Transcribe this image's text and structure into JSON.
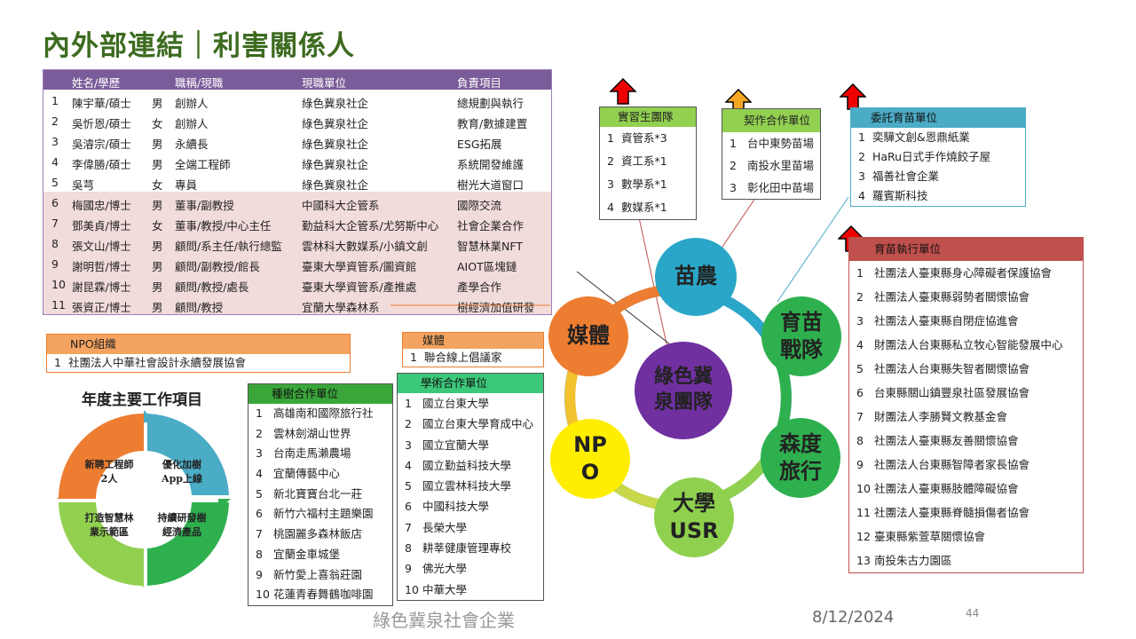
{
  "title": "內外部連結｜利害關係人",
  "team": {
    "headers": [
      "姓名/學歷",
      "職稱/現職",
      "現職單位",
      "負責項目"
    ],
    "rows": [
      {
        "n": "1",
        "name": "陳宇華/碩士",
        "sex": "男",
        "role": "創辦人",
        "unit": "綠色冀泉社企",
        "duty": "總規劃與執行",
        "band": "a"
      },
      {
        "n": "2",
        "name": "吳忻恩/碩士",
        "sex": "女",
        "role": "創辦人",
        "unit": "綠色冀泉社企",
        "duty": "教育/數據建置",
        "band": "a"
      },
      {
        "n": "3",
        "name": "吳濬宗/碩士",
        "sex": "男",
        "role": "永續長",
        "unit": "綠色冀泉社企",
        "duty": "ESG拓展",
        "band": "a"
      },
      {
        "n": "4",
        "name": "李偉勝/碩士",
        "sex": "男",
        "role": "全端工程師",
        "unit": "綠色冀泉社企",
        "duty": "系統開發維護",
        "band": "a"
      },
      {
        "n": "5",
        "name": "吳芎",
        "sex": "女",
        "role": "專員",
        "unit": "綠色冀泉社企",
        "duty": "樹光大道窗口",
        "band": "a"
      },
      {
        "n": "6",
        "name": "梅國忠/博士",
        "sex": "男",
        "role": "董事/副教授",
        "unit": "中國科大企管系",
        "duty": "國際交流",
        "band": "b"
      },
      {
        "n": "7",
        "name": "鄧美貞/博士",
        "sex": "女",
        "role": "董事/教授/中心主任",
        "unit": "勤益科大企管系/尤努斯中心",
        "duty": "社會企業合作",
        "band": "b"
      },
      {
        "n": "8",
        "name": "張文山/博士",
        "sex": "男",
        "role": "顧問/系主任/執行總監",
        "unit": "雲林科大數媒系/小鎮文創",
        "duty": "智慧林業NFT",
        "band": "b"
      },
      {
        "n": "9",
        "name": "謝明哲/博士",
        "sex": "男",
        "role": "顧問/副教授/館長",
        "unit": "臺東大學資管系/圖資館",
        "duty": "AIOT區塊鏈",
        "band": "b"
      },
      {
        "n": "10",
        "name": "謝昆霖/博士",
        "sex": "男",
        "role": "顧問/教授/處長",
        "unit": "臺東大學資管系/產推處",
        "duty": "產學合作",
        "band": "b"
      },
      {
        "n": "11",
        "name": "張資正/博士",
        "sex": "男",
        "role": "顧問/教授",
        "unit": "宜蘭大學森林系",
        "duty": "樹經濟加值研發",
        "band": "b"
      }
    ]
  },
  "npo": {
    "header": "NPO組織",
    "items": [
      "社團法人中華社會設計永續發展協會"
    ]
  },
  "media": {
    "header": "媒體",
    "items": [
      "聯合線上倡議家"
    ]
  },
  "intern": {
    "header": "實習生團隊",
    "items": [
      "資管系*3",
      "資工系*1",
      "數學系*1",
      "數媒系*1"
    ]
  },
  "contract": {
    "header": "契作合作單位",
    "items": [
      "台中東勢苗場",
      "南投水里苗場",
      "彰化田中苗場"
    ]
  },
  "entrust": {
    "header": "委託育苗單位",
    "items": [
      "奕驊文創&恩鼎紙業",
      "HaRu日式手作燒餃子屋",
      "福善社會企業",
      "羅賓斯科技"
    ]
  },
  "nursery": {
    "header": "育苗執行單位",
    "items": [
      "社團法人臺東縣身心障礙者保護協會",
      "社團法人臺東縣弱勢者關懷協會",
      "社團法人臺東縣自閉症協進會",
      "財團法人台東縣私立牧心智能發展中心",
      "社團法人台東縣失智者關懷協會",
      "台東縣關山鎮豐泉社區發展協會",
      "財團法人李勝賢文教基金會",
      "社團法人臺東縣友善關懷協會",
      "社團法人台東縣智障者家長協會",
      "社團法人臺東縣肢體障礙協會",
      "社團法人臺東縣脊髓損傷者協會",
      "臺東縣紫萱草關懷協會",
      "南投朱古力園區"
    ]
  },
  "planting": {
    "header": "種樹合作單位",
    "items": [
      "高雄南和國際旅行社",
      "雲林劍湖山世界",
      "台南走馬瀨農場",
      "宜蘭傳藝中心",
      "新北寶寶台北一莊",
      "新竹六福村主題樂園",
      "桃園麗多森林飯店",
      "宜蘭金車城堡",
      "新竹愛上喜翁莊園",
      "花蓮青春舞鶴咖啡園"
    ]
  },
  "academic": {
    "header": "學術合作單位",
    "items": [
      "國立台東大學",
      "國立台東大學育成中心",
      "國立宜蘭大學",
      "國立勤益科技大學",
      "國立雲林科技大學",
      "中國科技大學",
      "長榮大學",
      "耕莘健康管理專校",
      "佛光大學",
      "中華大學"
    ]
  },
  "annual": {
    "title": "年度主要工作項目",
    "q1": "新聘工程師\n2人",
    "q2": "優化加樹\nApp上線",
    "q3": "打造智慧林\n業示範區",
    "q4": "持續研發樹\n經濟產品"
  },
  "hub": {
    "center": "綠色冀\n泉團隊",
    "nodes": [
      "苗農",
      "育苗\n戰隊",
      "森度\n旅行",
      "大學\nUSR",
      "NP\nO",
      "媒體"
    ]
  },
  "footer": {
    "org": "綠色冀泉社會企業",
    "date": "8/12/2024",
    "page": "44"
  },
  "colors": {
    "title": "#3d6b20",
    "purple": "#7a5c9a",
    "pink": "#f2dcdb",
    "orange": "#ed7d31",
    "green": "#3aa63a",
    "teal": "#4bacc6",
    "red": "#c0504d",
    "lightgreen": "#3cc87a",
    "darkgreen": "#2f8a2f"
  }
}
